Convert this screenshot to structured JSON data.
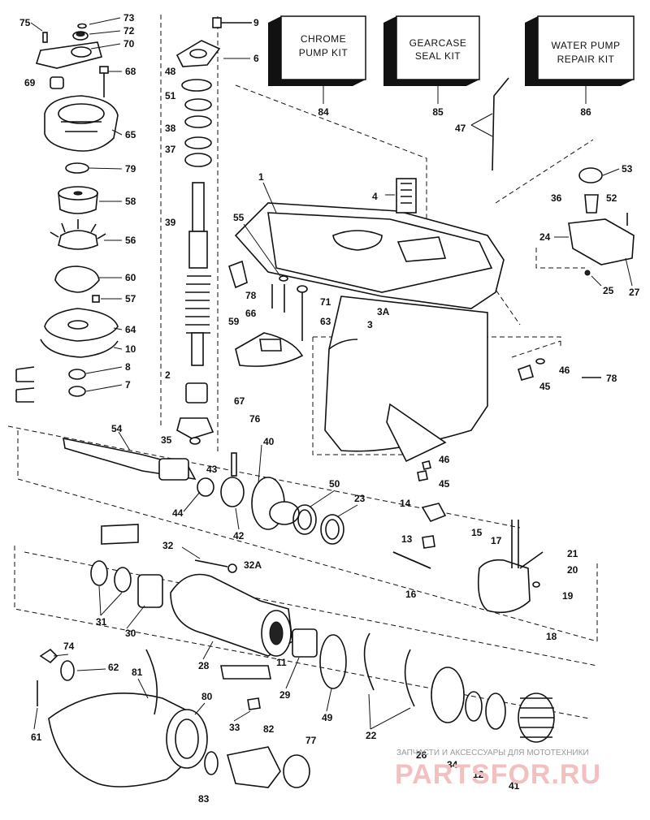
{
  "diagram": {
    "kit_boxes": [
      {
        "id": "chrome",
        "line1": "CHROME",
        "line2": "PUMP KIT",
        "number": "84"
      },
      {
        "id": "gearcase",
        "line1": "GEARCASE",
        "line2": "SEAL KIT",
        "number": "85"
      },
      {
        "id": "waterpump",
        "line1": "WATER PUMP",
        "line2": "REPAIR KIT",
        "number": "86"
      }
    ],
    "part_labels": [
      {
        "id": "p75",
        "text": "75"
      },
      {
        "id": "p73",
        "text": "73"
      },
      {
        "id": "p72",
        "text": "72"
      },
      {
        "id": "p70",
        "text": "70"
      },
      {
        "id": "p69",
        "text": "69"
      },
      {
        "id": "p68",
        "text": "68"
      },
      {
        "id": "p65",
        "text": "65"
      },
      {
        "id": "p79",
        "text": "79"
      },
      {
        "id": "p58",
        "text": "58"
      },
      {
        "id": "p56",
        "text": "56"
      },
      {
        "id": "p60",
        "text": "60"
      },
      {
        "id": "p57",
        "text": "57"
      },
      {
        "id": "p64",
        "text": "64"
      },
      {
        "id": "p10",
        "text": "10"
      },
      {
        "id": "p8",
        "text": "8"
      },
      {
        "id": "p7",
        "text": "7"
      },
      {
        "id": "p9",
        "text": "9"
      },
      {
        "id": "p6",
        "text": "6"
      },
      {
        "id": "p48",
        "text": "48"
      },
      {
        "id": "p51",
        "text": "51"
      },
      {
        "id": "p38",
        "text": "38"
      },
      {
        "id": "p37",
        "text": "37"
      },
      {
        "id": "p39",
        "text": "39"
      },
      {
        "id": "p2",
        "text": "2"
      },
      {
        "id": "p35",
        "text": "35"
      },
      {
        "id": "p40",
        "text": "40"
      },
      {
        "id": "p54",
        "text": "54"
      },
      {
        "id": "p43",
        "text": "43"
      },
      {
        "id": "p44",
        "text": "44"
      },
      {
        "id": "p42",
        "text": "42"
      },
      {
        "id": "p50",
        "text": "50"
      },
      {
        "id": "p23",
        "text": "23"
      },
      {
        "id": "p1",
        "text": "1"
      },
      {
        "id": "p4",
        "text": "4"
      },
      {
        "id": "p55",
        "text": "55"
      },
      {
        "id": "p78a",
        "text": "78"
      },
      {
        "id": "p66",
        "text": "66"
      },
      {
        "id": "p71",
        "text": "71"
      },
      {
        "id": "p63",
        "text": "63"
      },
      {
        "id": "p59",
        "text": "59"
      },
      {
        "id": "p3A",
        "text": "3A"
      },
      {
        "id": "p3",
        "text": "3"
      },
      {
        "id": "p67",
        "text": "67"
      },
      {
        "id": "p76",
        "text": "76"
      },
      {
        "id": "p47",
        "text": "47"
      },
      {
        "id": "p53",
        "text": "53"
      },
      {
        "id": "p36",
        "text": "36"
      },
      {
        "id": "p52",
        "text": "52"
      },
      {
        "id": "p24",
        "text": "24"
      },
      {
        "id": "p25",
        "text": "25"
      },
      {
        "id": "p27",
        "text": "27"
      },
      {
        "id": "p46a",
        "text": "46"
      },
      {
        "id": "p45a",
        "text": "45"
      },
      {
        "id": "p78b",
        "text": "78"
      },
      {
        "id": "p46b",
        "text": "46"
      },
      {
        "id": "p45b",
        "text": "45"
      },
      {
        "id": "p14",
        "text": "14"
      },
      {
        "id": "p13",
        "text": "13"
      },
      {
        "id": "p15",
        "text": "15"
      },
      {
        "id": "p17",
        "text": "17"
      },
      {
        "id": "p21",
        "text": "21"
      },
      {
        "id": "p20",
        "text": "20"
      },
      {
        "id": "p19",
        "text": "19"
      },
      {
        "id": "p18",
        "text": "18"
      },
      {
        "id": "p16",
        "text": "16"
      },
      {
        "id": "p32",
        "text": "32"
      },
      {
        "id": "p32A",
        "text": "32A"
      },
      {
        "id": "p31",
        "text": "31"
      },
      {
        "id": "p30",
        "text": "30"
      },
      {
        "id": "p28",
        "text": "28"
      },
      {
        "id": "p11",
        "text": "11"
      },
      {
        "id": "p29",
        "text": "29"
      },
      {
        "id": "p49",
        "text": "49"
      },
      {
        "id": "p22",
        "text": "22"
      },
      {
        "id": "p26",
        "text": "26"
      },
      {
        "id": "p34",
        "text": "34"
      },
      {
        "id": "p12",
        "text": "12"
      },
      {
        "id": "p41",
        "text": "41"
      },
      {
        "id": "p74",
        "text": "74"
      },
      {
        "id": "p62",
        "text": "62"
      },
      {
        "id": "p81",
        "text": "81"
      },
      {
        "id": "p80",
        "text": "80"
      },
      {
        "id": "p61",
        "text": "61"
      },
      {
        "id": "p33",
        "text": "33"
      },
      {
        "id": "p82",
        "text": "82"
      },
      {
        "id": "p77",
        "text": "77"
      },
      {
        "id": "p83",
        "text": "83"
      }
    ]
  },
  "watermark": {
    "top_text": "ЗАПЧАСТИ И АКСЕССУАРЫ ДЛЯ МОТОТЕХНИКИ",
    "brand": "PARTSFOR.RU"
  }
}
